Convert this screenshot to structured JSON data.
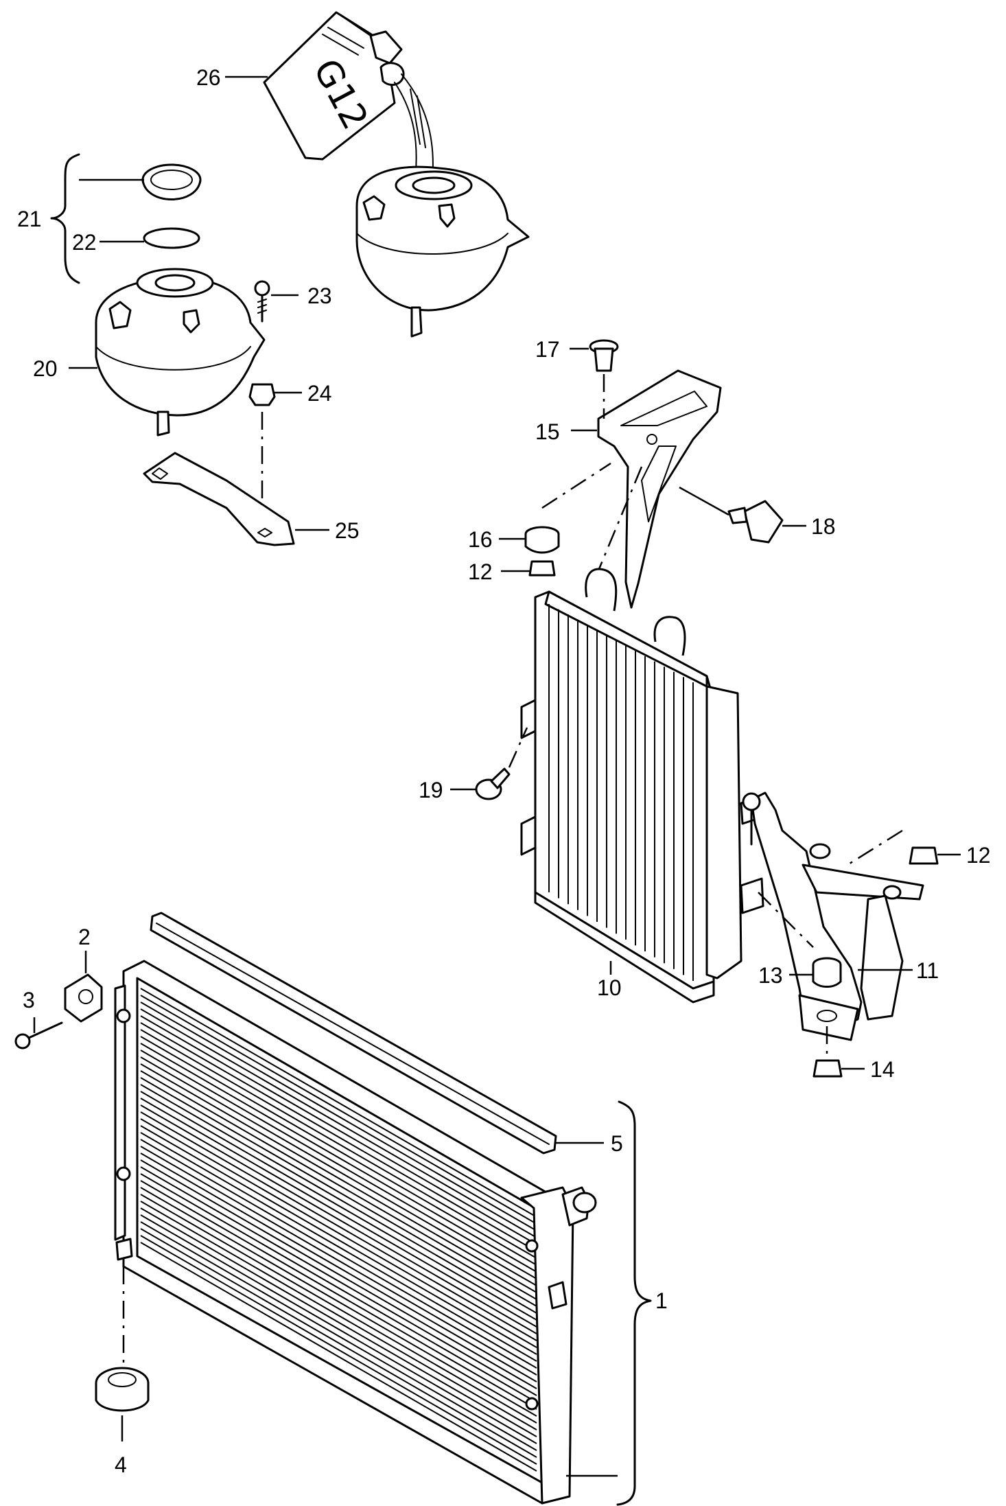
{
  "callouts": {
    "c1": "1",
    "c2": "2",
    "c3": "3",
    "c4": "4",
    "c5": "5",
    "c10": "10",
    "c11": "11",
    "c12a": "12",
    "c12b": "12",
    "c13": "13",
    "c14": "14",
    "c15": "15",
    "c16": "16",
    "c17": "17",
    "c18": "18",
    "c19": "19",
    "c20": "20",
    "c21": "21",
    "c22": "22",
    "c23": "23",
    "c24": "24",
    "c25": "25",
    "c26": "26"
  },
  "coolant_container_label": "G12"
}
